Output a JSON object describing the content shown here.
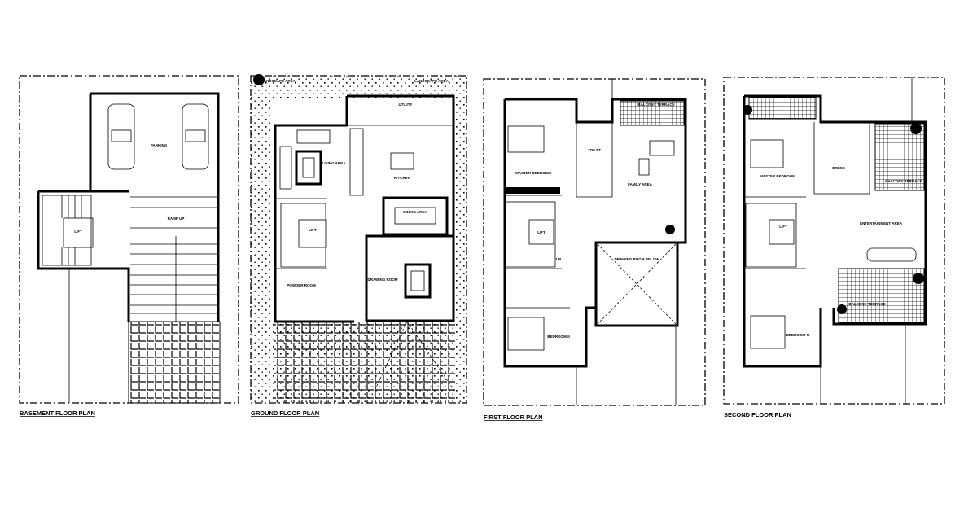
{
  "plans": {
    "basement": {
      "title": "BASEMENT FLOOR PLAN",
      "rooms": {
        "parking": "PARKING",
        "ramp": "RAMP UP",
        "lift": "LIFT"
      }
    },
    "ground": {
      "title": "GROUND FLOOR PLAN",
      "rooms": {
        "landscape_top_left": "LANDSCAPE AREA",
        "landscape_top_right": "LANDSCAPE AREA",
        "utility": "UTILITY",
        "living": "LIVING AREA",
        "kitchen": "KITCHEN",
        "dining": "DINING AREA",
        "lift": "LIFT",
        "drawing": "DRAWING ROOM",
        "powder": "POWDER ROOM"
      }
    },
    "first": {
      "title": "FIRST FLOOR PLAN",
      "rooms": {
        "master": "MASTER BEDROOM",
        "toilet": "TOILET",
        "balcony": "BALCONY TERRACE",
        "family": "FAMILY AREA",
        "lift": "LIFT",
        "drawing_below": "DRAWING ROOM BELOW",
        "bedroom": "BEDROOM-II",
        "up": "UP"
      }
    },
    "second": {
      "title": "SECOND FLOOR PLAN",
      "rooms": {
        "master": "MASTER BEDROOM",
        "dress": "DRESS",
        "balcony_1": "BALCONY TERRACE",
        "entertainment": "ENTERTAINMENT AREA",
        "lift": "LIFT",
        "balcony_2": "BALCONY TERRACE",
        "bedroom": "BEDROOM-III"
      }
    }
  }
}
